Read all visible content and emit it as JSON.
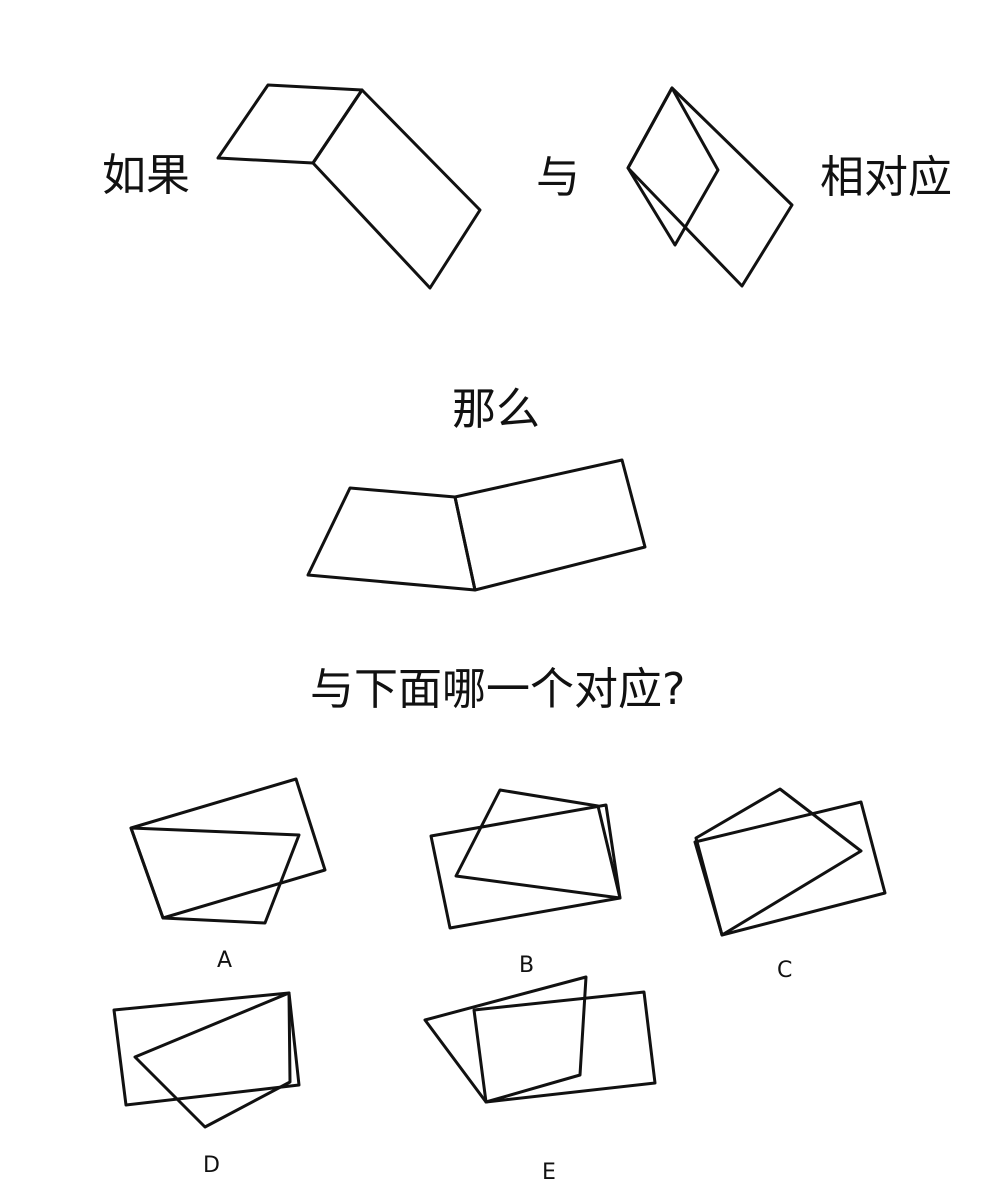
{
  "labels": {
    "if": "如果",
    "with": "与",
    "correspond": "相对应",
    "then": "那么",
    "question": "与下面哪一个对应?"
  },
  "options": {
    "a": "A",
    "b": "B",
    "c": "C",
    "d": "D",
    "e": "E"
  },
  "colors": {
    "ink": "#111111",
    "background": "#ffffff"
  }
}
